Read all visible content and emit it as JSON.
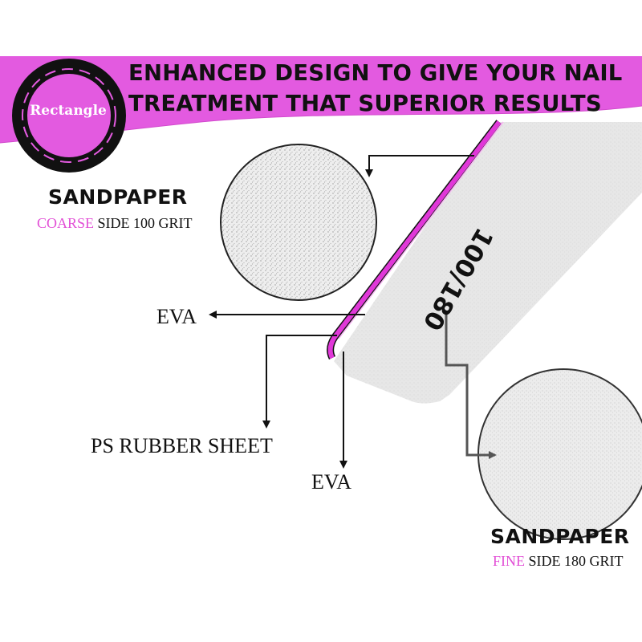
{
  "banner": {
    "badge_text": "Rectangle",
    "headline_line1": "ENHANCED DESIGN  TO GIVE YOUR NAIL",
    "headline_line2": "TREATMENT THAT SUPERIOR RESULTS"
  },
  "file_marking": "100/180",
  "left_callout": {
    "heading": "SANDPAPER",
    "accent_word": "COARSE",
    "rest": " SIDE 100 GRIT"
  },
  "right_callout": {
    "heading": "SANDPAPER",
    "accent_word": "FINE",
    "rest": " SIDE 180 GRIT"
  },
  "layers": {
    "eva_top": "EVA",
    "ps_rubber_sheet": "PS RUBBER SHEET",
    "eva_bottom": "EVA"
  },
  "colors": {
    "accent_magenta": "#e24fd6",
    "banner_pink": "#e35ae0",
    "text": "#111111",
    "sandpaper_gray": "#e6e6e6"
  },
  "icons": {
    "badge": "round-badge-icon",
    "arrows": "arrow-icon"
  }
}
